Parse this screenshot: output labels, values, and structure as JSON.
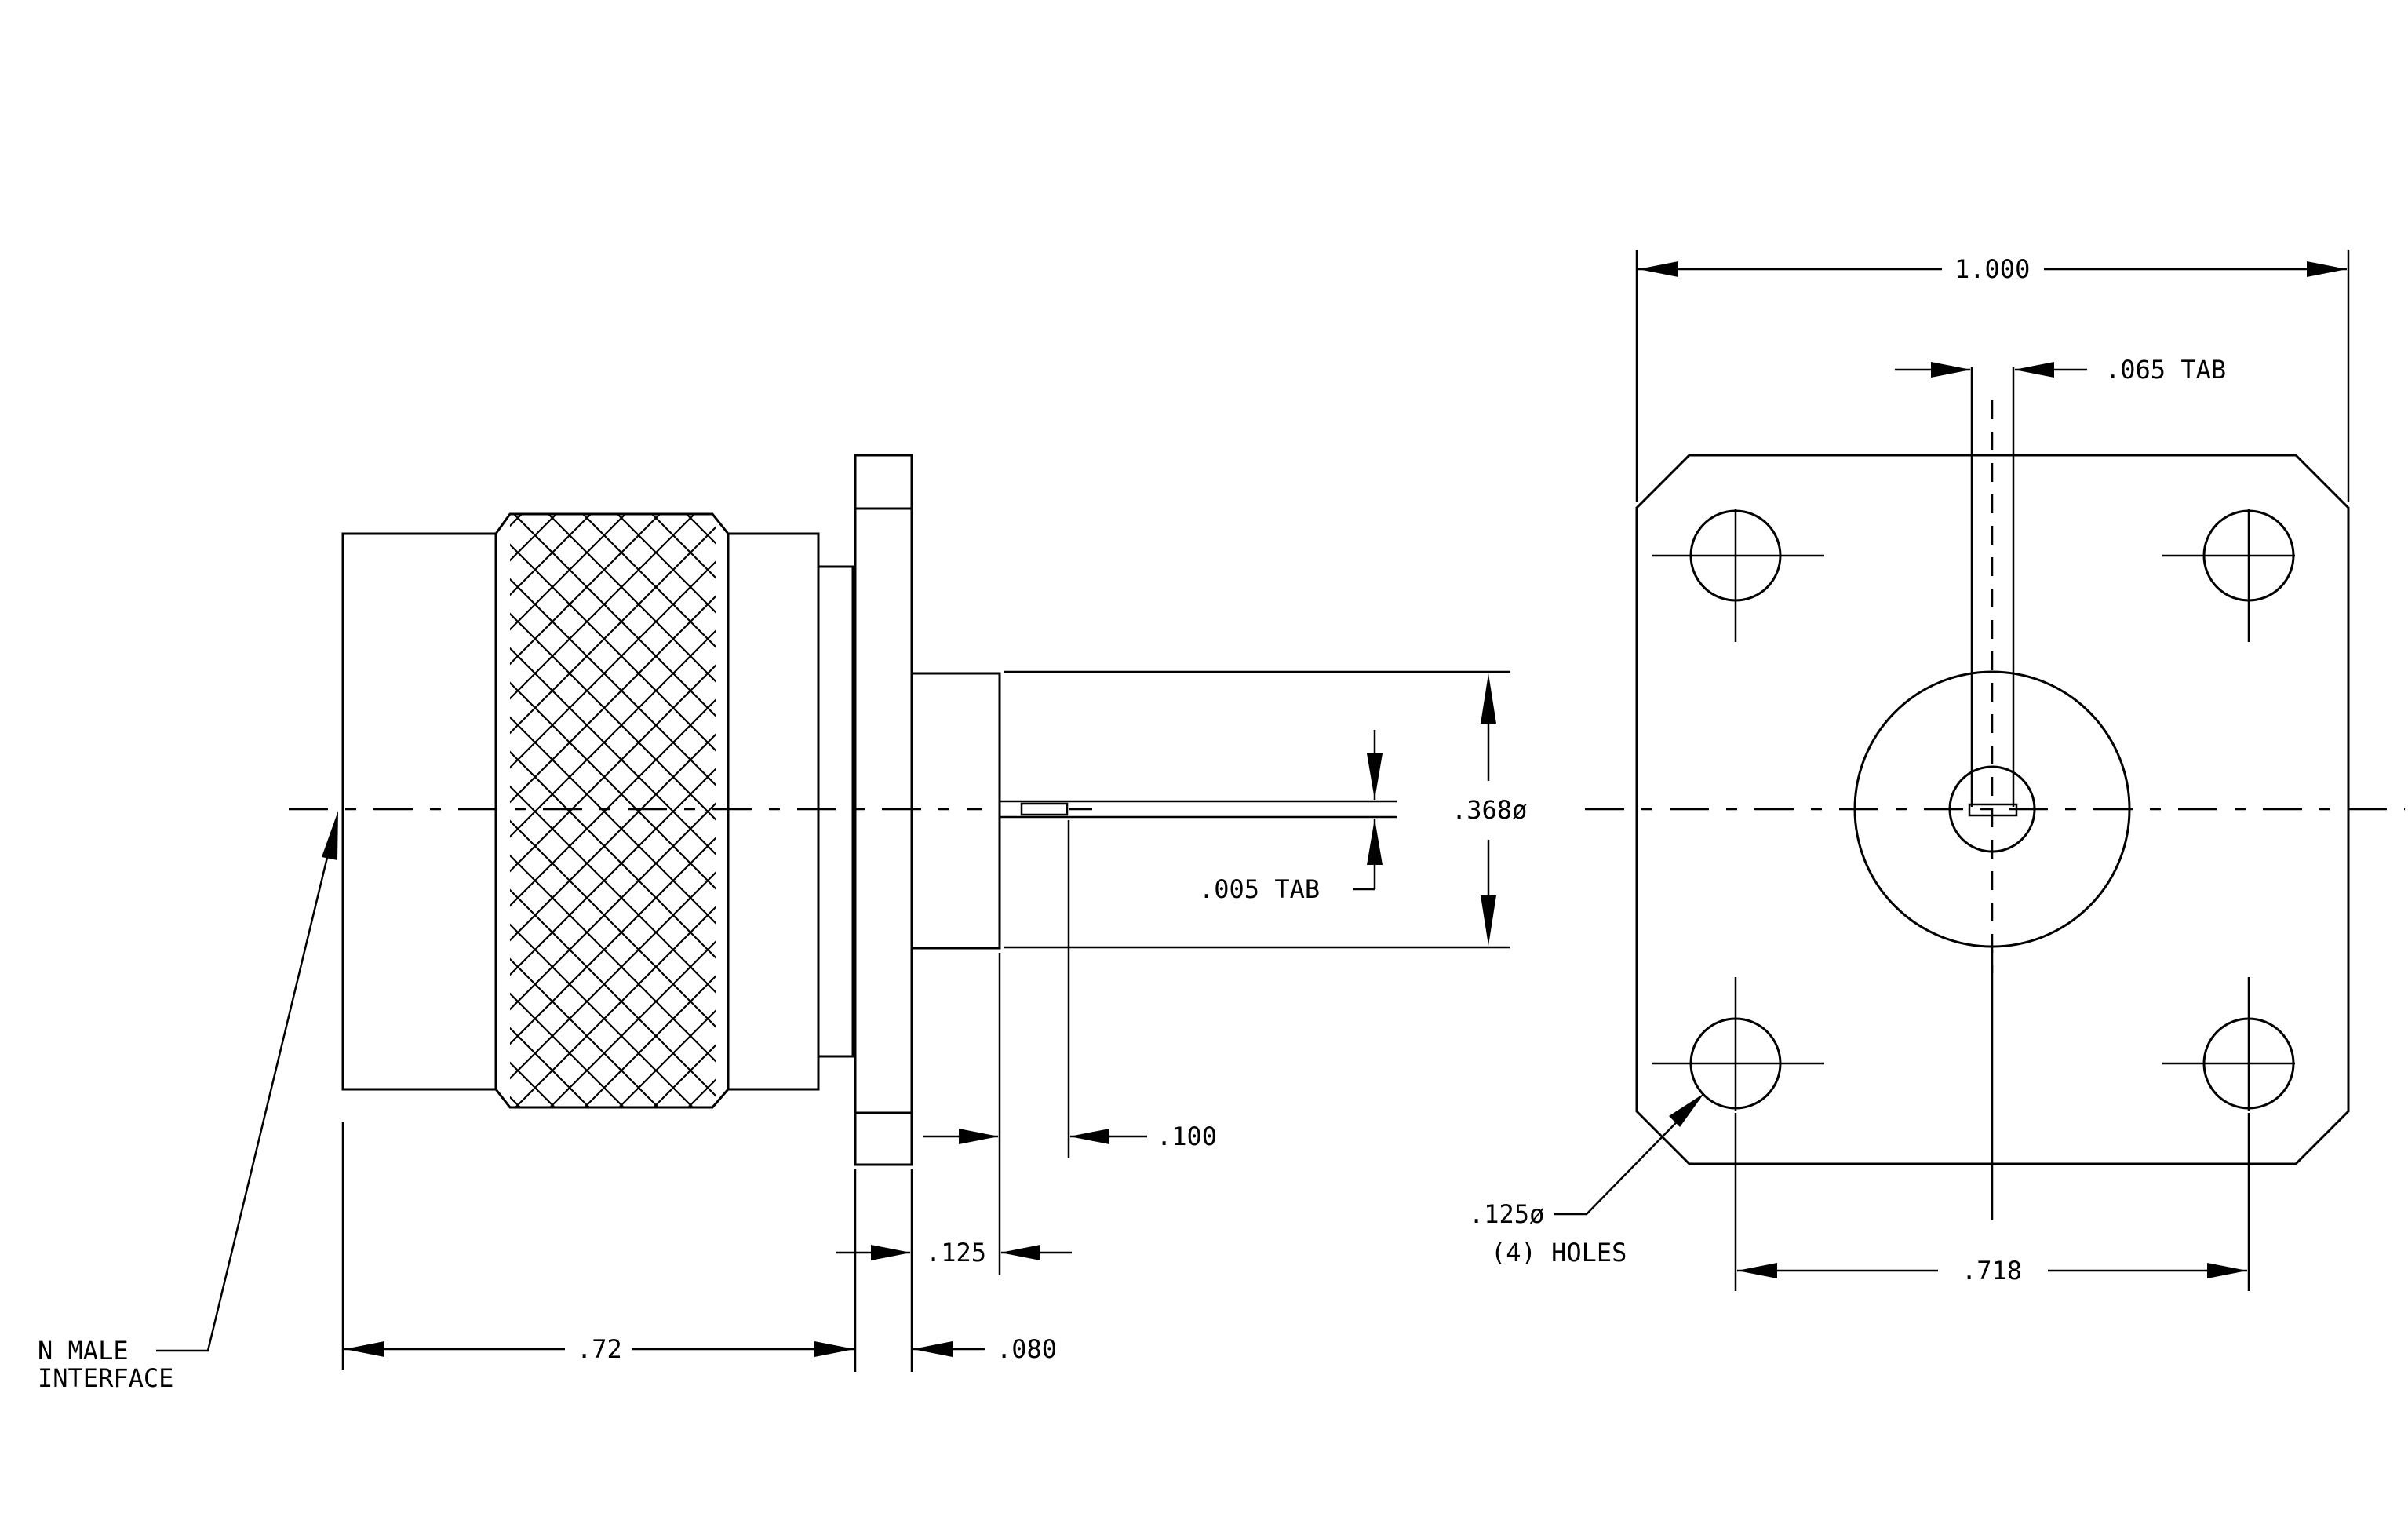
{
  "labels": {
    "tab_065": ".065 TAB",
    "tab_005": ".005 TAB",
    "dia_368": ".368ø",
    "dim_1000": "1.000",
    "dim_718": ".718",
    "dim_100": ".100",
    "dim_125": ".125",
    "dim_080": ".080",
    "dim_72": ".72",
    "holes_dia": ".125ø",
    "holes_count": "(4) HOLES",
    "interface_line1": "N MALE",
    "interface_line2": "INTERFACE"
  }
}
